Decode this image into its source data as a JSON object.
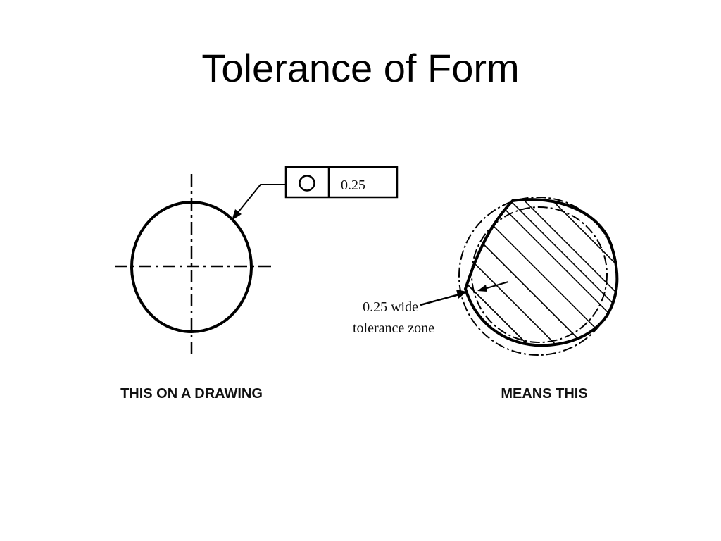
{
  "slide": {
    "title": "Tolerance of Form"
  },
  "feature_control_frame": {
    "symbol_icon": "circularity-icon",
    "tolerance_value": "0.25"
  },
  "annotation": {
    "line1": "0.25 wide",
    "line2": "tolerance zone"
  },
  "captions": {
    "left": "THIS ON A DRAWING",
    "right": "MEANS THIS"
  }
}
